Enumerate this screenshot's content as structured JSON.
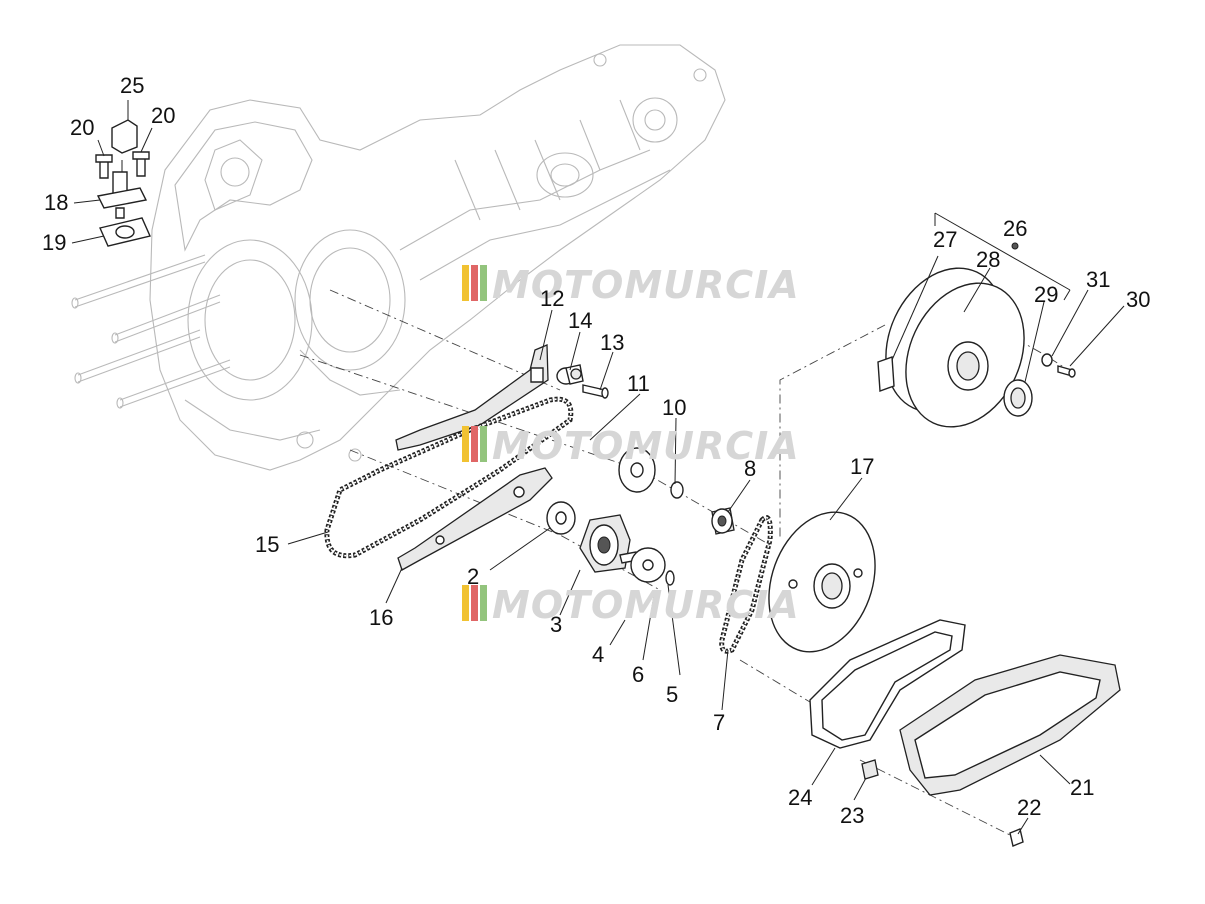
{
  "watermark": {
    "text": "MOTOMURCIA",
    "stripe_colors": [
      "#f1c232",
      "#e06666",
      "#93c47d"
    ]
  },
  "callouts": [
    {
      "id": "c25",
      "label": "25"
    },
    {
      "id": "c20a",
      "label": "20"
    },
    {
      "id": "c20b",
      "label": "20"
    },
    {
      "id": "c18",
      "label": "18"
    },
    {
      "id": "c19",
      "label": "19"
    },
    {
      "id": "c12",
      "label": "12"
    },
    {
      "id": "c14",
      "label": "14"
    },
    {
      "id": "c13",
      "label": "13"
    },
    {
      "id": "c11",
      "label": "11"
    },
    {
      "id": "c10",
      "label": "10"
    },
    {
      "id": "c8",
      "label": "8"
    },
    {
      "id": "c15",
      "label": "15"
    },
    {
      "id": "c16",
      "label": "16"
    },
    {
      "id": "c2",
      "label": "2"
    },
    {
      "id": "c3",
      "label": "3"
    },
    {
      "id": "c4",
      "label": "4"
    },
    {
      "id": "c6",
      "label": "6"
    },
    {
      "id": "c5",
      "label": "5"
    },
    {
      "id": "c7",
      "label": "7"
    },
    {
      "id": "c17",
      "label": "17"
    },
    {
      "id": "c27",
      "label": "27"
    },
    {
      "id": "c26",
      "label": "26"
    },
    {
      "id": "c28",
      "label": "28"
    },
    {
      "id": "c29",
      "label": "29"
    },
    {
      "id": "c31",
      "label": "31"
    },
    {
      "id": "c30",
      "label": "30"
    },
    {
      "id": "c24",
      "label": "24"
    },
    {
      "id": "c23",
      "label": "23"
    },
    {
      "id": "c21",
      "label": "21"
    },
    {
      "id": "c22",
      "label": "22"
    }
  ]
}
